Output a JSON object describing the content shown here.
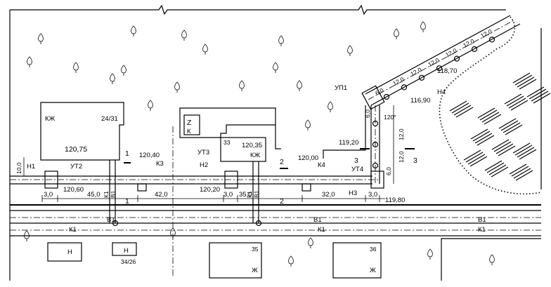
{
  "buildings": {
    "kzh_main": {
      "name": "КЖ",
      "number": "24/31",
      "elevation": "120,75"
    },
    "b33": {
      "number": "33",
      "elevation": "120,35",
      "name": "КЖ"
    },
    "b35": {
      "number": "35",
      "name": "Ж"
    },
    "b36": {
      "number": "36",
      "name": "Ж"
    },
    "n_left": {
      "name": "Н"
    },
    "n_mid": {
      "name": "Н",
      "number": "34/26"
    },
    "k_small": {
      "name": "К"
    }
  },
  "nodes": {
    "n1": "Н1",
    "ut2": "УТ2",
    "k3": "К3",
    "ut3": "УТ3",
    "n2": "Н2",
    "k4": "К4",
    "ut4": "УТ4",
    "n3": "Н3",
    "up1": "УП1",
    "n4": "Н4"
  },
  "elevations": {
    "e1": "120,40",
    "e2": "120,60",
    "e3": "120,20",
    "e4": "120,00",
    "e5": "119,20",
    "e6": "119,80",
    "e7": "116,90",
    "e8": "118,70"
  },
  "dimensions": {
    "d10": "10,0",
    "d3a": "3,0",
    "d45": "45,0",
    "d42": "42,0",
    "d3b": "3,0",
    "d35": "35,0",
    "d32": "32,0",
    "d3c": "3,0",
    "d6a": "6,0",
    "d12a": "12,0",
    "d12b": "12,0",
    "d6b": "6,0",
    "diag": [
      "6,0",
      "12,0",
      "12,0",
      "12,0",
      "12,0",
      "12,0",
      "12,0"
    ],
    "angle": "120°",
    "top6": "6,0"
  },
  "sections": {
    "s1": "1",
    "s2": "2",
    "s3": "3"
  },
  "utilities": {
    "b1": "В1",
    "k1": "К1"
  }
}
